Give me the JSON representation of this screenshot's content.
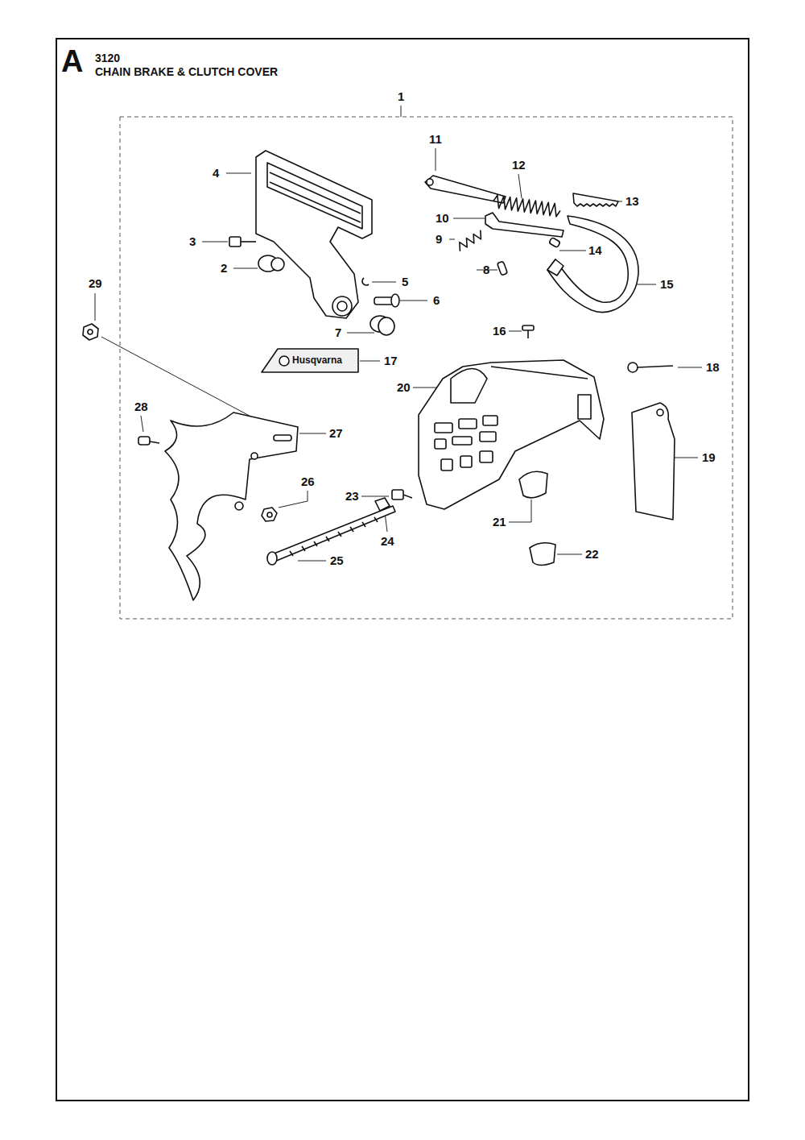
{
  "diagram": {
    "title": "CHAIN BRAKE & CLUTCH COVER",
    "labels": [
      "A",
      "3120",
      "1",
      "2",
      "3",
      "4",
      "5",
      "6",
      "7",
      "8",
      "9",
      "10",
      "11",
      "12",
      "13",
      "14",
      "15",
      "16",
      "17",
      "18",
      "19",
      "20",
      "21",
      "22",
      "23",
      "24",
      "25",
      "26",
      "27",
      "28",
      "29",
      "Husqvarna"
    ]
  }
}
